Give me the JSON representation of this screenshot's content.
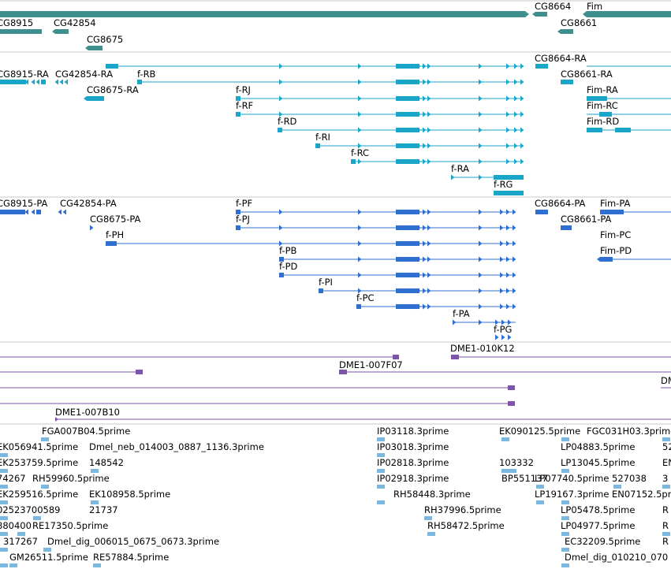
{
  "colors": {
    "gene": "#3f8f8f",
    "transcript": "#1aa6c9",
    "protein": "#2f6fd0",
    "clone": "#7b55a8",
    "est": "#7ab8df",
    "divider": "#c8c8c8"
  },
  "tracks": {
    "genes": {
      "labels": [
        "CG8664",
        "Fim",
        "CG8915",
        "CG42854",
        "CG8675",
        "CG8661"
      ]
    },
    "transcripts": {
      "labels": [
        "CG8664-RA",
        "CG8915-RA",
        "CG42854-RA",
        "f-RB",
        "CG8661-RA",
        "CG8675-RA",
        "f-RJ",
        "Fim-RA",
        "f-RF",
        "Fim-RC",
        "f-RD",
        "Fim-RD",
        "f-RI",
        "f-RC",
        "f-RA",
        "f-RG"
      ]
    },
    "proteins": {
      "labels": [
        "CG8915-PA",
        "CG42854-PA",
        "f-PF",
        "CG8664-PA",
        "Fim-PA",
        "CG8675-PA",
        "f-PJ",
        "CG8661-PA",
        "f-PH",
        "Fim-PC",
        "f-PB",
        "Fim-PD",
        "f-PD",
        "f-PI",
        "f-PC",
        "f-PA",
        "f-PG"
      ]
    },
    "clones": {
      "labels": [
        "DME1-010K12",
        "DME1-007F07",
        "DM",
        "DME1-007B10"
      ]
    },
    "ests": {
      "labels": [
        "FGA007B04.5prime",
        "IP03118.3prime",
        "EK090125.5prime",
        "FGC031H03.3prime",
        "EK056941.5prime",
        "Dmel_neb_014003_0887_1136.3prime",
        "IP03018.3prime",
        "LP04883.5prime",
        "52",
        "EK253759.5prime",
        "148542",
        "IP02818.3prime",
        "103332",
        "LP13045.5prime",
        "EN",
        "74267",
        "RH59960.5prime",
        "IP02918.3prime",
        "BP551137",
        "LP07740.5prime",
        "527038",
        "3",
        "EK259516.5prime",
        "EK108958.5prime",
        "RH58448.3prime",
        "LP19167.3prime",
        "EN07152.5prime",
        "02523700589",
        "21737",
        "RH37996.5prime",
        "LP05478.5prime",
        "R",
        "880400",
        "RE17350.5prime",
        "RH58472.5prime",
        "LP04977.5prime",
        "R",
        "317267",
        "Dmel_dig_006015_0675_0673.3prime",
        "EC32209.5prime",
        "R",
        "GM26511.5prime",
        "RE57884.5prime",
        "Dmel_dig_010210_070"
      ]
    }
  }
}
